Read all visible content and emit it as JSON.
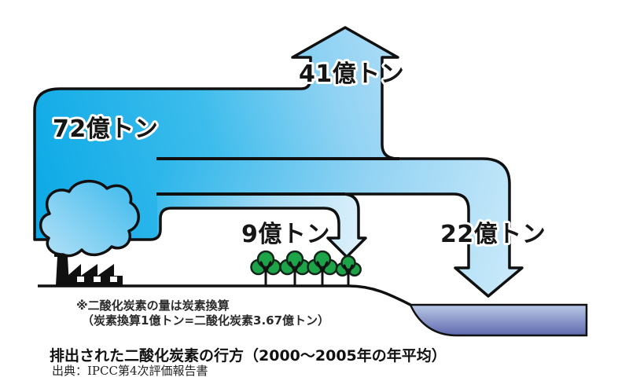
{
  "diagram": {
    "unit": "億トン",
    "flows": [
      {
        "name": "emitted-from-factory",
        "label": "72億トン",
        "value": 72
      },
      {
        "name": "remains-in-atmosphere",
        "label": "41億トン",
        "value": 41
      },
      {
        "name": "absorbed-by-land",
        "label": "9億トン",
        "value": 9
      },
      {
        "name": "absorbed-by-ocean",
        "label": "22億トン",
        "value": 22
      }
    ],
    "note_line1": "※二酸化炭素の量は炭素換算",
    "note_line2": "（炭素換算1億トン=二酸化炭素3.67億トン）",
    "caption": "排出された二酸化炭素の行方（2000～2005年の年平均）",
    "source": "出典：IPCC第4次評価報告書",
    "icons": [
      "factory-icon",
      "smoke-cloud-icon",
      "tree-icon",
      "ocean-icon"
    ],
    "colors": {
      "flow_dark": "#10abe7",
      "flow_mid": "#7fccf1",
      "flow_light": "#d9effb",
      "outline_ink": "#101010",
      "ocean_top": "#bac9e7",
      "ocean_bottom": "#5c66ac",
      "tree_green": "#1da449",
      "cloud_blue": "#8ad2f3"
    }
  }
}
